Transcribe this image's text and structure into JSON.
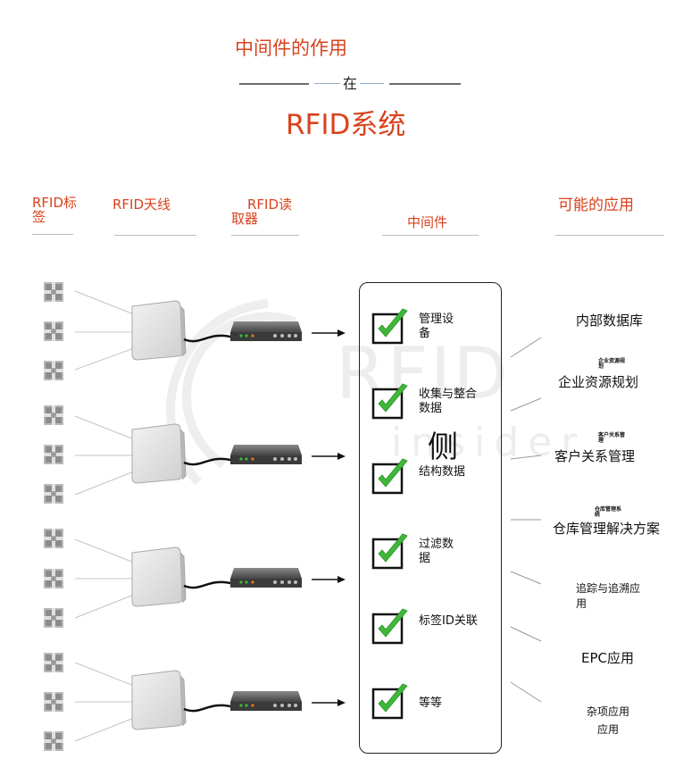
{
  "title": {
    "main": "中间件的作用",
    "connector": "在",
    "system": "RFID系统"
  },
  "columns": {
    "tags_line1": "RFID标",
    "tags_line2": "签",
    "antenna": "RFID天线",
    "reader_line1": "RFID读",
    "reader_line2": "取器",
    "middleware": "中间件",
    "applications": "可能的应用"
  },
  "watermark": {
    "line1": "RFID",
    "line2": "insider"
  },
  "overlay_char": "侧",
  "middleware_tasks": [
    {
      "line1": "管理设",
      "line2": "备"
    },
    {
      "line1": "收集与整合",
      "line2": "数据"
    },
    {
      "line1": "结构数据",
      "line2": ""
    },
    {
      "line1": "过滤数",
      "line2": "据"
    },
    {
      "line1": "标签ID关联",
      "line2": ""
    },
    {
      "line1": "等等",
      "line2": ""
    }
  ],
  "applications": [
    {
      "label": "内部数据库"
    },
    {
      "label": "企业资源规划",
      "small_line1": "企业资源规",
      "small_line2": "划"
    },
    {
      "label": "客户关系管理",
      "small_line1": "客户关系管",
      "small_line2": "理"
    },
    {
      "label": "仓库管理解决方案",
      "small_line1": "仓库管理系",
      "small_line2": "统"
    },
    {
      "label_line1": "追踪与追溯应",
      "label_line2": "用"
    },
    {
      "label": "EPC应用"
    },
    {
      "label_line1": "杂项应用",
      "label_line2": "应用"
    }
  ],
  "colors": {
    "accent": "#d9421d",
    "check": "#3fb83a",
    "reader_led": "#3fb83a"
  }
}
